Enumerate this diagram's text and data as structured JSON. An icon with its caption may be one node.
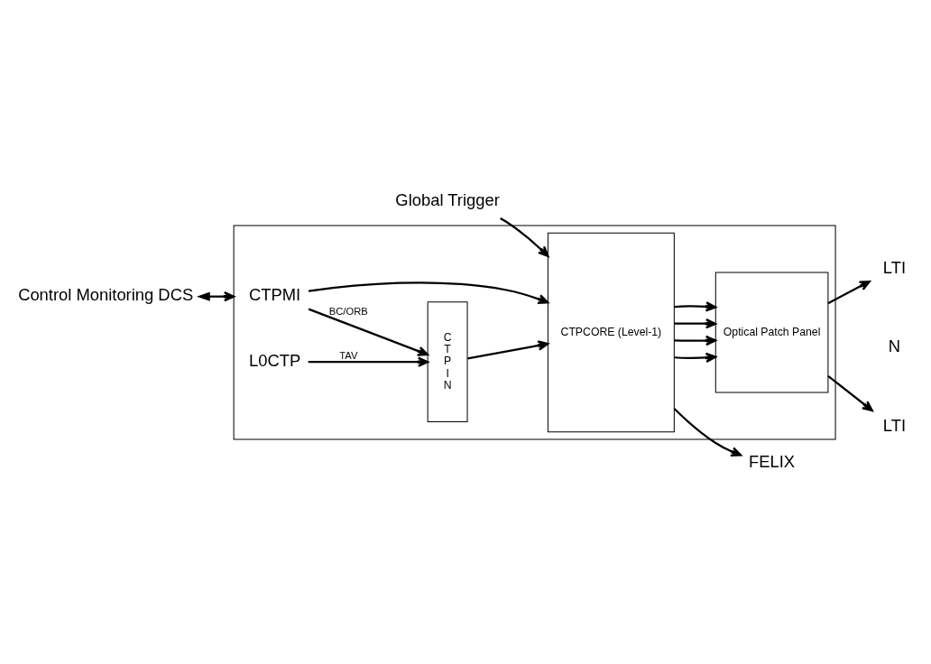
{
  "diagram": {
    "nodes": [
      {
        "text": [],
        "shape": "box"
      },
      {
        "text": [
          "CTPMI"
        ],
        "in": 0
      },
      {
        "text": [
          "C T P I N"
        ],
        "in": 0
      },
      {
        "text": [
          "CTPCORE (Level-1)"
        ],
        "in": 0
      },
      {
        "text": [
          "Optical Patch Panel"
        ],
        "in": 0
      },
      {
        "text": [
          "L0CTP"
        ],
        "in": 0
      },
      {
        "text": [
          "LTI"
        ]
      },
      {
        "text": [
          "LTI"
        ]
      },
      {
        "text": [
          "Global Trigger"
        ]
      },
      {
        "text": [
          "Control Monitoring DCS"
        ]
      },
      {
        "text": [
          "FELIX"
        ]
      }
    ],
    "edges": [
      {
        "from": 1,
        "to": 2,
        "arrow": "to",
        "label": "BC/ORB"
      },
      {
        "from": 1,
        "to": 3,
        "arrow": "to"
      },
      {
        "from": 5,
        "to": 2,
        "arrow": "to",
        "label": "TAV"
      },
      {
        "from": 2,
        "to": 3,
        "arrow": "to"
      },
      {
        "from": 3,
        "to": 4,
        "arrow": "to"
      },
      {
        "from": 3,
        "to": 4,
        "arrow": "to"
      },
      {
        "from": 3,
        "to": 4,
        "arrow": "to"
      },
      {
        "from": 3,
        "to": 4,
        "arrow": "to"
      },
      {
        "from": 4,
        "to": 6,
        "arrow": "to"
      },
      {
        "from": 4,
        "to": 7,
        "arrow": "to"
      },
      {
        "from": 8,
        "to": 3,
        "arrow": "to"
      },
      {
        "from": 9,
        "to": 0,
        "arrow": "both"
      },
      {
        "from": 3,
        "to": 10,
        "arrow": "to"
      }
    ],
    "labels": [
      "N"
    ]
  }
}
